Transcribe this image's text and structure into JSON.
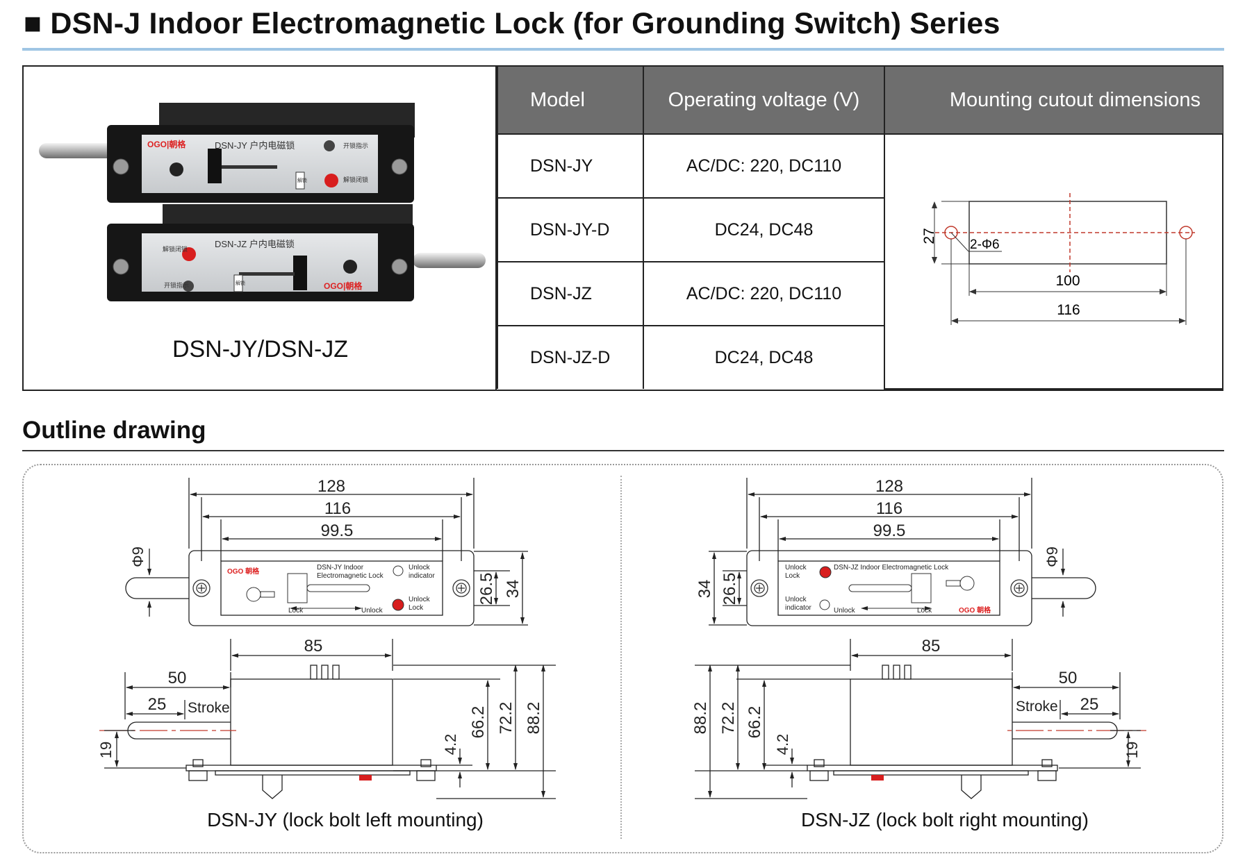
{
  "title": "■ DSN-J Indoor Electromagnetic Lock (for Grounding Switch) Series",
  "photo": {
    "caption": "DSN-JY/DSN-JZ",
    "upper_unit": {
      "brand": "OGO|朝格",
      "label": "DSN-JY 户内电磁锁",
      "indicator": "开锁指示",
      "button": "解锁闭锁",
      "release": "解锁"
    },
    "lower_unit": {
      "brand": "OGO|朝格",
      "label": "DSN-JZ 户内电磁锁",
      "indicator": "开锁指示",
      "button": "解锁闭锁",
      "release": "解锁"
    }
  },
  "table": {
    "headers": [
      "Model",
      "Operating voltage (V)",
      "Mounting cutout dimensions"
    ],
    "rows": [
      {
        "model": "DSN-JY",
        "voltage": "AC/DC: 220, DC110"
      },
      {
        "model": "DSN-JY-D",
        "voltage": "DC24, DC48"
      },
      {
        "model": "DSN-JZ",
        "voltage": "AC/DC: 220, DC110"
      },
      {
        "model": "DSN-JZ-D",
        "voltage": "DC24, DC48"
      }
    ],
    "cutout": {
      "height": "27",
      "holes": "2-Φ6",
      "width": "100",
      "hole_spacing": "116"
    }
  },
  "outline": {
    "title": "Outline drawing",
    "colors": {
      "centerline": "#c0392b",
      "indicator_red": "#d81e1e"
    },
    "left": {
      "caption": "DSN-JY (lock bolt left mounting)",
      "dims": {
        "overall": "128",
        "hole": "116",
        "window": "99.5",
        "bolt_dia": "Φ9",
        "inner_h": "26.5",
        "outer_h": "34",
        "body_w": "85",
        "stroke_total": "50",
        "stroke": "25",
        "stroke_label": "Stroke",
        "bolt_h": "19",
        "flange": "4.2",
        "h1": "66.2",
        "h2": "72.2",
        "h3": "88.2"
      },
      "panel": {
        "brand": "OGO 朝格",
        "name1": "DSN-JY Indoor",
        "name2": "Electromagnetic Lock",
        "unlock_ind1": "Unlock",
        "unlock_ind2": "indicator",
        "unlock_lock1": "Unlock",
        "unlock_lock2": "Lock",
        "lock": "Lock",
        "unlock": "Unlock"
      }
    },
    "right": {
      "caption": "DSN-JZ (lock bolt right mounting)",
      "dims": {
        "overall": "128",
        "hole": "116",
        "window": "99.5",
        "bolt_dia": "Φ9",
        "inner_h": "26.5",
        "outer_h": "34",
        "body_w": "85",
        "stroke_total": "50",
        "stroke": "25",
        "stroke_label": "Stroke",
        "bolt_h": "19",
        "flange": "4.2",
        "h1": "66.2",
        "h2": "72.2",
        "h3": "88.2"
      },
      "panel": {
        "brand": "OGO 朝格",
        "name": "DSN-JZ Indoor Electromagnetic Lock",
        "unlock_lock1": "Unlock",
        "unlock_lock2": "Lock",
        "unlock_ind1": "Unlock",
        "unlock_ind2": "indicator",
        "unlock": "Unlock",
        "lock": "Lock"
      }
    }
  }
}
